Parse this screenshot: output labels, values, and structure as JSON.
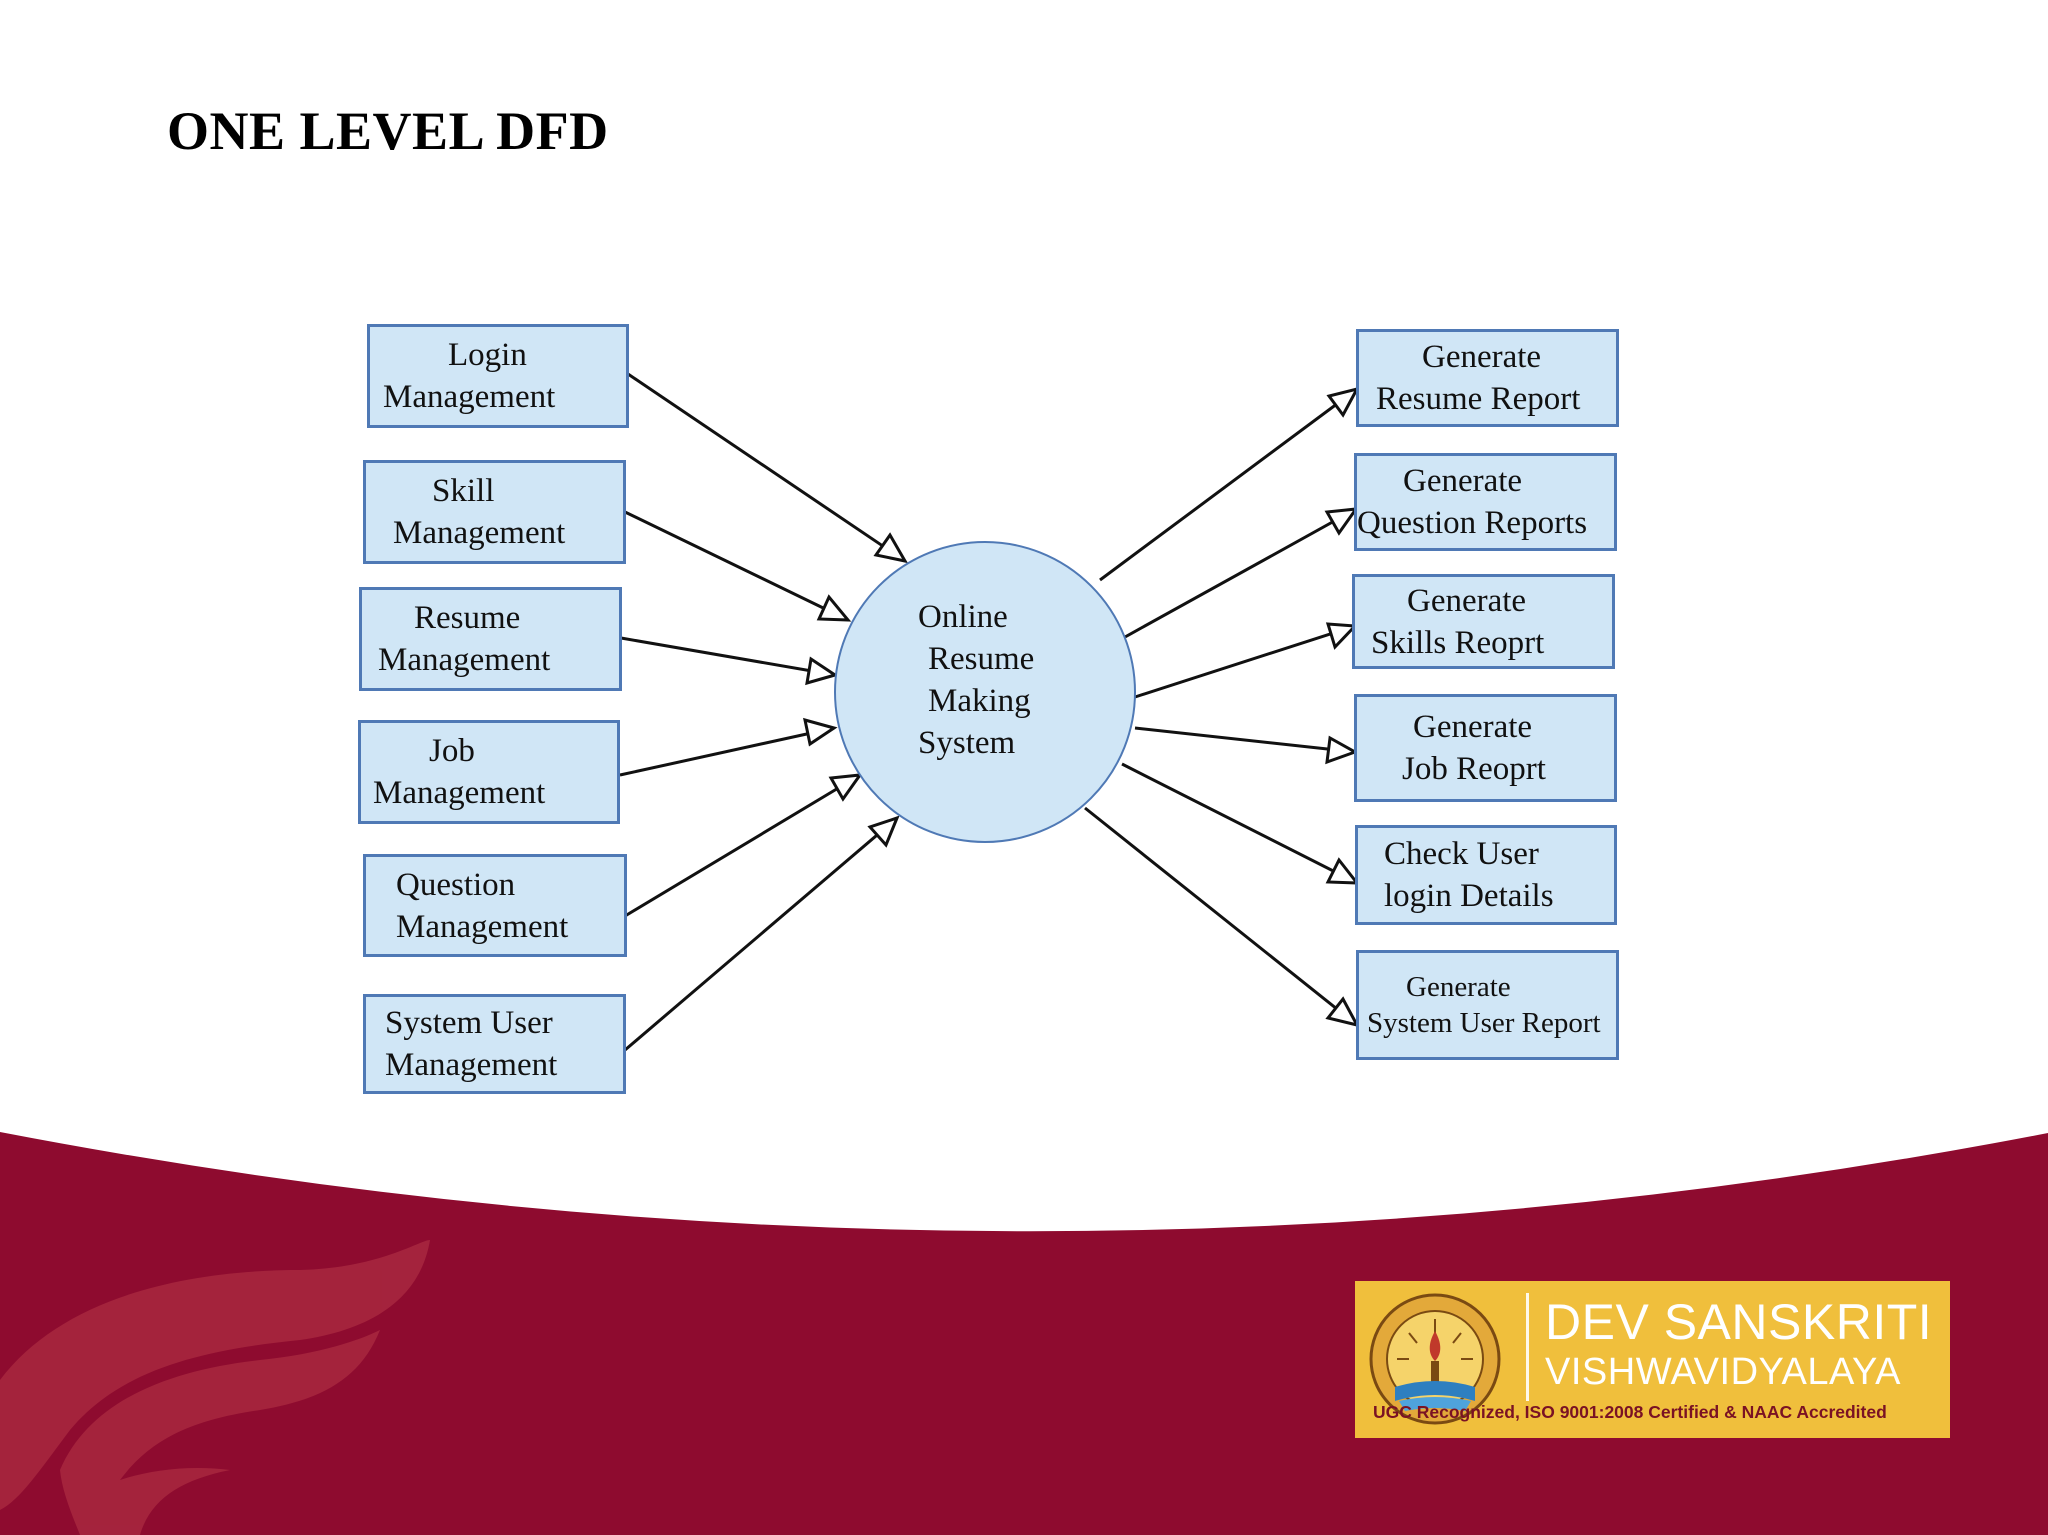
{
  "title": "ONE LEVEL DFD",
  "center_process": [
    "Online",
    "Resume",
    "Making",
    "System"
  ],
  "input_modules": [
    [
      "Login",
      "Management"
    ],
    [
      "Skill",
      "Management"
    ],
    [
      "Resume",
      "Management"
    ],
    [
      "Job",
      "Management"
    ],
    [
      "Question",
      "Management"
    ],
    [
      "System User",
      "Management"
    ]
  ],
  "output_reports": [
    [
      "Generate",
      "Resume Report"
    ],
    [
      "Generate",
      "Question Reports"
    ],
    [
      "Generate",
      "Skills Reoprt"
    ],
    [
      "Generate",
      "Job Reoprt"
    ],
    [
      "Check User",
      "login Details"
    ],
    [
      "Generate",
      "System User Report"
    ]
  ],
  "branding": {
    "university_line1": "DEV SANSKRITI",
    "university_line2": "VISHWAVIDYALAYA",
    "accreditation": "UGC Recognized, ISO 9001:2008 Certified & NAAC Accredited",
    "emblem": "university-seal-emblem"
  },
  "colors": {
    "box_fill": "#d0e6f6",
    "box_border": "#4f79b5",
    "footer_maroon": "#8e0b2f",
    "logo_gold": "#f0bf3c"
  }
}
